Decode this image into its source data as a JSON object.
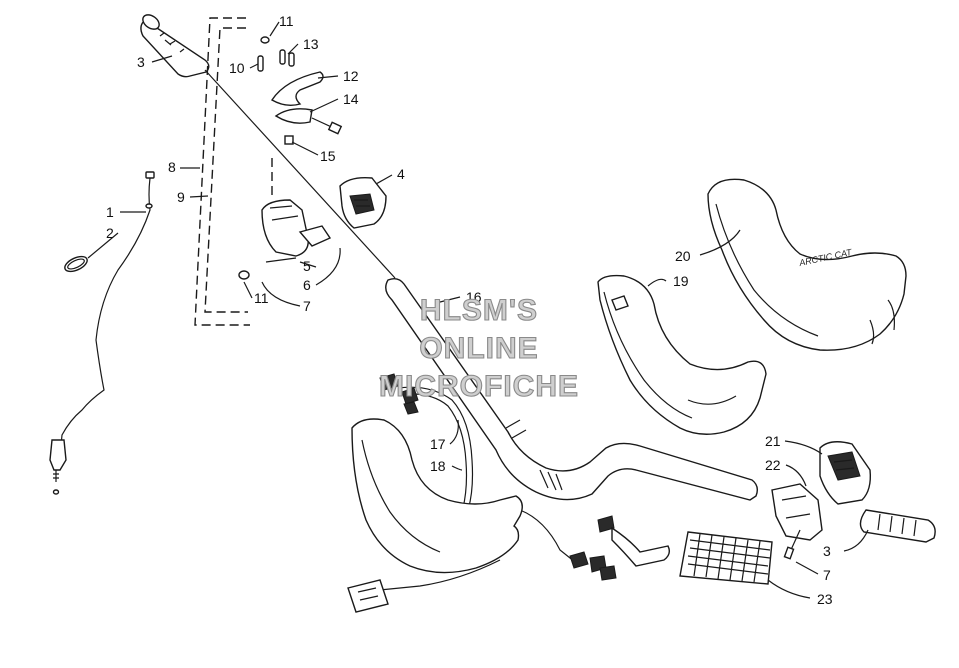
{
  "watermark": {
    "line1": "HLSM'S",
    "line2": "ONLINE",
    "line3": "MICROFICHE"
  },
  "callouts": [
    {
      "id": "c1",
      "text": "1"
    },
    {
      "id": "c2",
      "text": "2"
    },
    {
      "id": "c3a",
      "text": "3"
    },
    {
      "id": "c3b",
      "text": "3"
    },
    {
      "id": "c4",
      "text": "4"
    },
    {
      "id": "c5",
      "text": "5"
    },
    {
      "id": "c6",
      "text": "6"
    },
    {
      "id": "c7a",
      "text": "7"
    },
    {
      "id": "c7b",
      "text": "7"
    },
    {
      "id": "c8",
      "text": "8"
    },
    {
      "id": "c9",
      "text": "9"
    },
    {
      "id": "c10",
      "text": "10"
    },
    {
      "id": "c11a",
      "text": "11"
    },
    {
      "id": "c11b",
      "text": "11"
    },
    {
      "id": "c12",
      "text": "12"
    },
    {
      "id": "c13",
      "text": "13"
    },
    {
      "id": "c14",
      "text": "14"
    },
    {
      "id": "c15",
      "text": "15"
    },
    {
      "id": "c16",
      "text": "16"
    },
    {
      "id": "c17",
      "text": "17"
    },
    {
      "id": "c18",
      "text": "18"
    },
    {
      "id": "c19",
      "text": "19"
    },
    {
      "id": "c20",
      "text": "20"
    },
    {
      "id": "c21",
      "text": "21"
    },
    {
      "id": "c22",
      "text": "22"
    },
    {
      "id": "c23",
      "text": "23"
    }
  ],
  "pad_logo": "ARCTIC CAT"
}
